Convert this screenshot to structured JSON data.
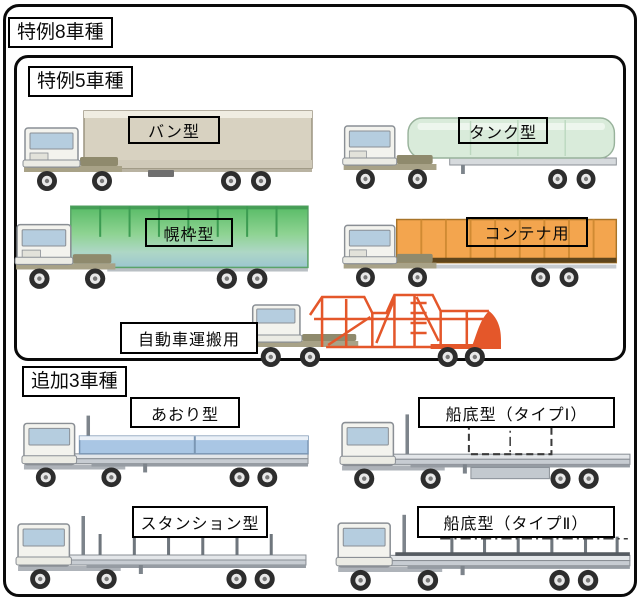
{
  "titles": {
    "special8": "特例8車種",
    "special5": "特例5車種",
    "additional3": "追加3車種"
  },
  "special5_vehicles": [
    {
      "label": "バン型",
      "art": "van-semitrailer"
    },
    {
      "label": "タンク型",
      "art": "tank-semitrailer"
    },
    {
      "label": "幌枠型",
      "art": "tarp-frame-semitrailer"
    },
    {
      "label": "コンテナ用",
      "art": "container-semitrailer"
    },
    {
      "label": "自動車運搬用",
      "art": "car-carrier-semitrailer"
    }
  ],
  "additional3_vehicles": [
    {
      "label": "あおり型",
      "art": "dropside-trailer"
    },
    {
      "label": "船底型（タイプⅠ）",
      "art": "ship-bottom-type1-trailer"
    },
    {
      "label": "スタンション型",
      "art": "stanchion-trailer"
    },
    {
      "label": "船底型（タイプⅡ）",
      "art": "ship-bottom-type2-trailer"
    }
  ],
  "palette": {
    "ink": "#0a0a0a",
    "outline": "#8a8f95",
    "cab_body": "#f3f3ee",
    "cab_window": "#b5cddf",
    "chassis_olive": "#a8a287",
    "wheel_tire": "#2d2d2d",
    "wheel_rim": "#e8e8e8",
    "van_body": "#d8d2c1",
    "van_top": "#f0ede2",
    "tank_body": "#d9ebda",
    "tarp_green_top": "#57bb66",
    "tarp_green_mid": "#8ed392",
    "tarp_teal_bottom": "#9cc6cf",
    "container_body": "#f3a54e",
    "carrier_frame": "#e4572a",
    "dropside_panel": "#a9c6e4",
    "flatbed_gray": "#c7ccd2"
  }
}
